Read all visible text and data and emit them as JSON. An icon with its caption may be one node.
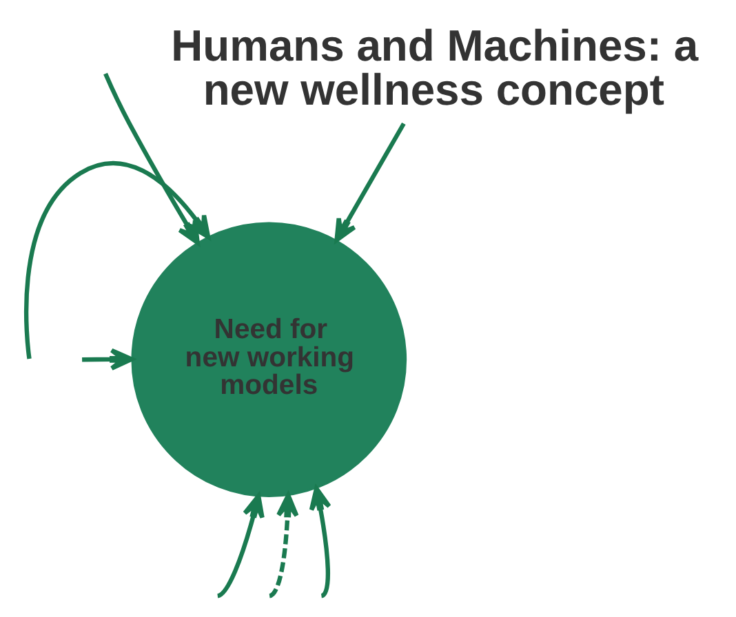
{
  "diagram": {
    "nodes": [
      {
        "text": [
          "Humans and Machines: a new wellness concept"
        ]
      },
      {
        "text": [
          "Need for new working models"
        ]
      }
    ],
    "edges": [
      {
        "from": null,
        "to": 1,
        "arrow": "to"
      },
      {
        "from": 0,
        "to": 1,
        "arrow": "to"
      },
      {
        "from": null,
        "to": 1,
        "arrow": "to"
      },
      {
        "from": null,
        "to": 1,
        "arrow": "to"
      },
      {
        "from": null,
        "to": 1,
        "arrow": "to"
      },
      {
        "from": null,
        "to": 1,
        "arrow": "to",
        "style": "dashed"
      },
      {
        "from": null,
        "to": 1,
        "arrow": "to"
      }
    ]
  }
}
